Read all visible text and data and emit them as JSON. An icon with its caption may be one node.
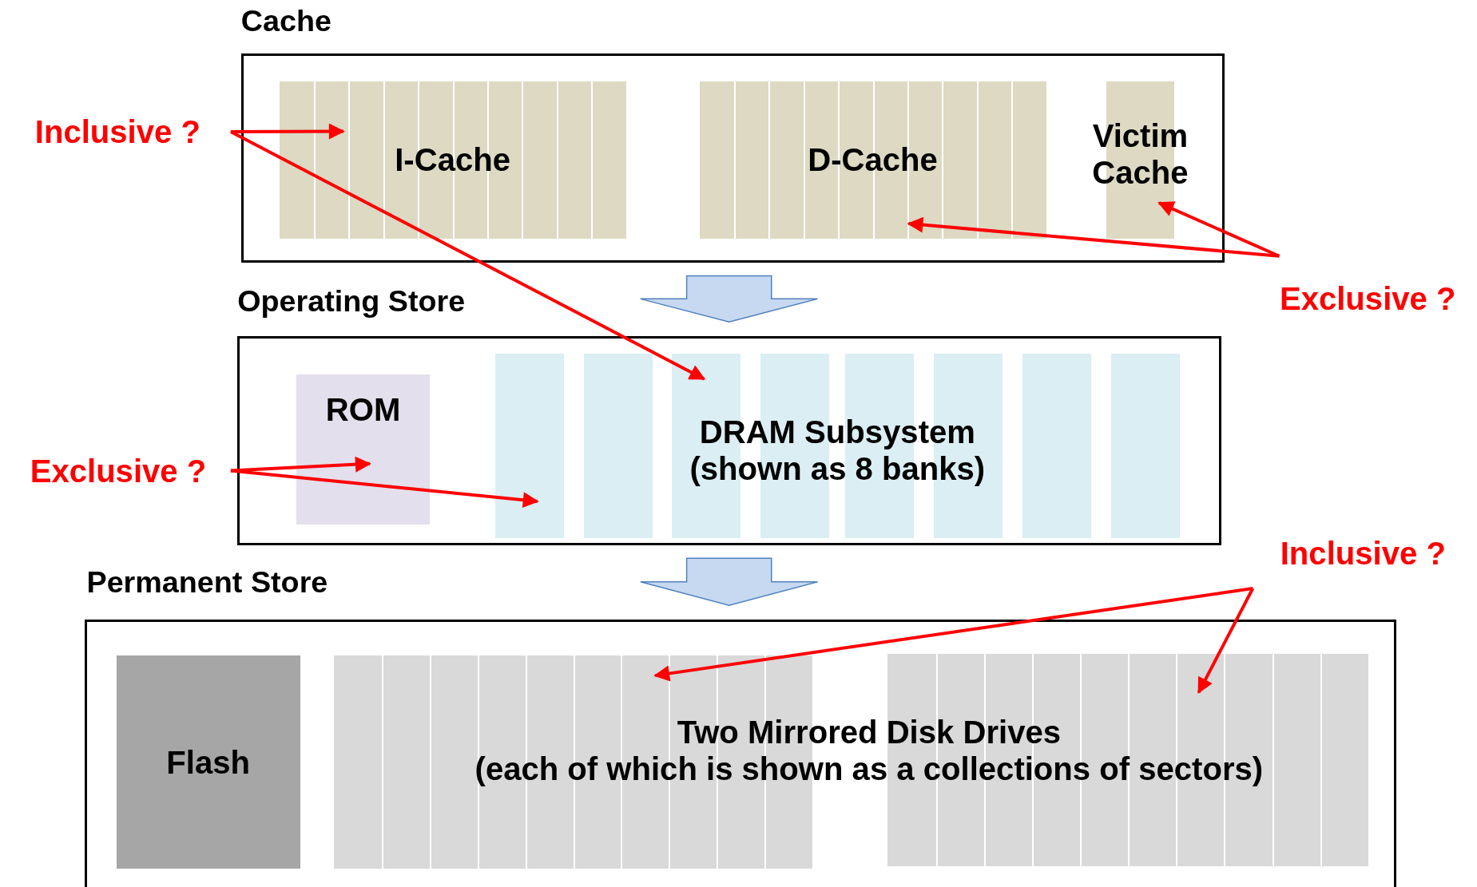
{
  "diagram": {
    "nodes": [
      {
        "text": [
          "Cache"
        ]
      },
      {
        "text": [
          "I-Cache"
        ],
        "in": 0
      },
      {
        "text": [
          "D-Cache"
        ],
        "in": 0
      },
      {
        "text": [
          "Victim Cache"
        ],
        "in": 0
      },
      {
        "text": [
          "Inclusive ?"
        ]
      },
      {
        "text": [
          "Exclusive ?"
        ]
      },
      {
        "text": [
          "Operating Store"
        ]
      },
      {
        "text": [
          "ROM"
        ],
        "in": 6
      },
      {
        "text": [
          "DRAM Subsystem",
          "(shown as 8 banks)"
        ],
        "in": 6
      },
      {
        "text": [
          "Exclusive ?"
        ]
      },
      {
        "text": [
          "Permanent Store"
        ]
      },
      {
        "text": [
          "Flash"
        ],
        "in": 10
      },
      {
        "text": [
          "Two Mirrored Disk Drives",
          "(each of which is shown as a collections of sectors)"
        ],
        "in": 10
      },
      {
        "text": [],
        "shape": "box",
        "in": 10
      },
      {
        "text": [],
        "shape": "box",
        "in": 10
      },
      {
        "text": [
          "Inclusive ?"
        ]
      }
    ],
    "edges": [
      {
        "from": 4,
        "to": 1,
        "arrow": "to"
      },
      {
        "from": 4,
        "to": 8,
        "arrow": "to"
      },
      {
        "from": 5,
        "to": 2,
        "arrow": "to"
      },
      {
        "from": 5,
        "to": 3,
        "arrow": "to"
      },
      {
        "from": 0,
        "to": 6,
        "arrow": "to",
        "style": "thick",
        "color": "#c6d9f1"
      },
      {
        "from": 9,
        "to": 7,
        "arrow": "to"
      },
      {
        "from": 9,
        "to": 8,
        "arrow": "to"
      },
      {
        "from": 6,
        "to": 10,
        "arrow": "to",
        "style": "thick",
        "color": "#c6d9f1"
      },
      {
        "from": 15,
        "to": 13,
        "arrow": "to"
      },
      {
        "from": 15,
        "to": 14,
        "arrow": "to"
      }
    ]
  }
}
